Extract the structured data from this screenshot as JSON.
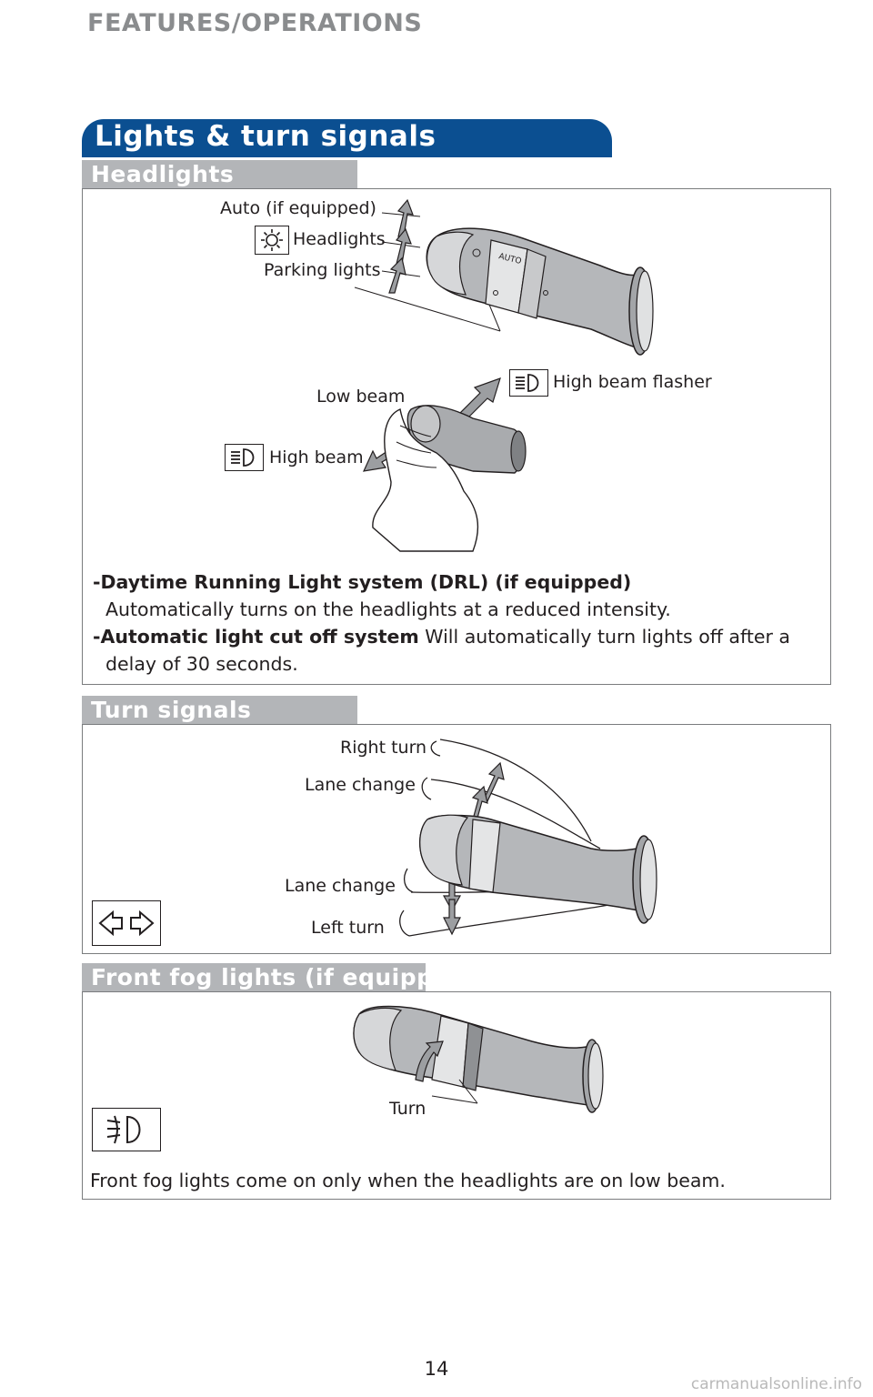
{
  "page": {
    "section_header": "FEATURES/OPERATIONS",
    "title": "Lights & turn signals",
    "page_number": "14",
    "watermark": "carmanualsonline.info"
  },
  "headlights": {
    "tab_label": "Headlights",
    "labels": {
      "auto": "Auto (if equipped)",
      "headlights": "Headlights",
      "parking": "Parking lights",
      "low_beam": "Low beam",
      "high_beam": "High beam",
      "high_beam_flasher": "High beam flasher"
    },
    "stalk_marks": [
      "AUTO"
    ],
    "drl_title": "-Daytime Running Light system (DRL) (if equipped)",
    "drl_text": "Automatically turns on the headlights at a reduced intensity.",
    "cutoff_title": "-Automatic light cut off system",
    "cutoff_text_1": " Will automatically turn lights off after a",
    "cutoff_text_2": "delay of 30 seconds.",
    "icons": [
      "headlight-sun-icon",
      "high-beam-icon",
      "high-beam-flasher-icon"
    ]
  },
  "turn_signals": {
    "tab_label": "Turn signals",
    "labels": {
      "right_turn": "Right turn",
      "lane_change_up": "Lane change",
      "lane_change_down": "Lane change",
      "left_turn": "Left turn"
    },
    "icons": [
      "turn-signal-arrows-icon"
    ]
  },
  "fog": {
    "tab_label": "Front fog lights (if equipped)",
    "labels": {
      "turn": "Turn"
    },
    "text": "Front fog lights come on only when the headlights are on low beam.",
    "icons": [
      "front-fog-icon"
    ]
  },
  "colors": {
    "title_blue": "#0b4f91",
    "tab_gray": "#b3b5b8",
    "header_gray": "#8a8c8e",
    "stalk_gray": "#9c9ea1"
  }
}
